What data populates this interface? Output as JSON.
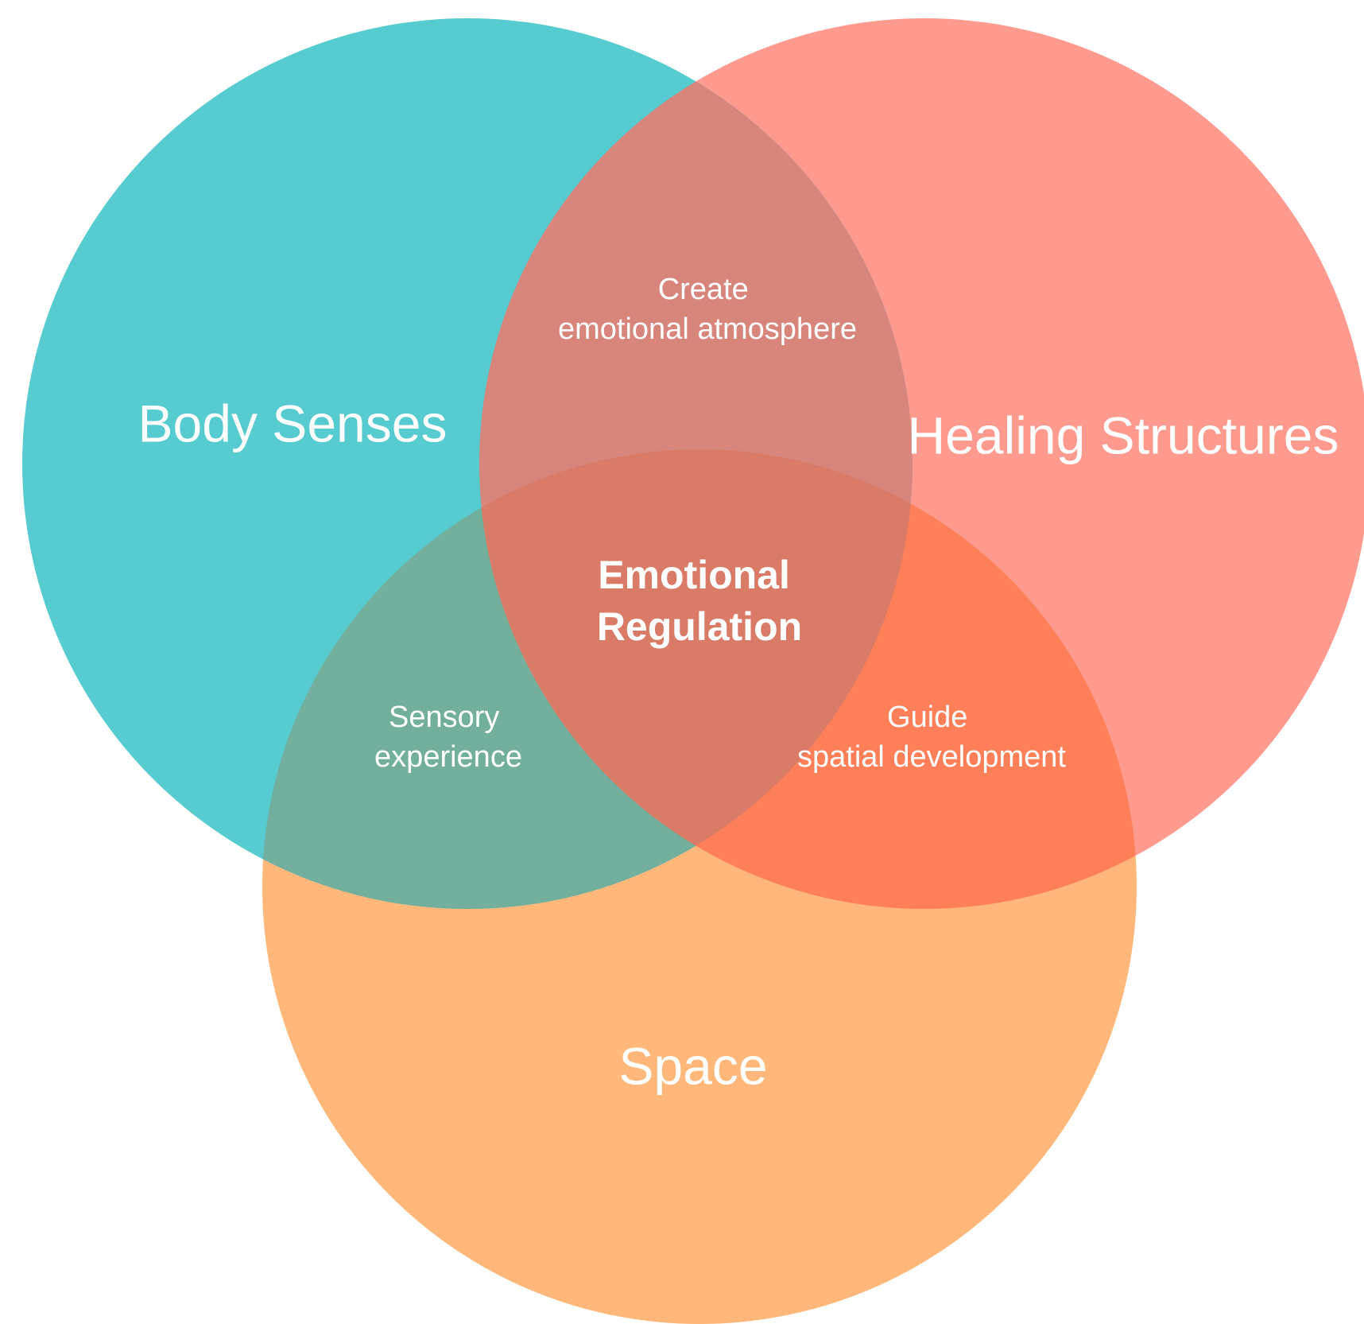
{
  "diagram": {
    "type": "venn-3",
    "sets": [
      {
        "key": "body",
        "label": "Body Senses",
        "color": "#56CBD0"
      },
      {
        "key": "healing",
        "label": "Healing Structures",
        "color": "#FF9B8E"
      },
      {
        "key": "space",
        "label": "Space",
        "color": "#FFB87A"
      }
    ],
    "intersections": {
      "body_healing": {
        "lines": [
          "Create",
          "emotional atmosphere"
        ],
        "color": "#D8857C"
      },
      "body_space": {
        "lines": [
          "Sensory",
          "experience"
        ],
        "color": "#72AF9D"
      },
      "healing_space": {
        "lines": [
          "Guide",
          "spatial development"
        ],
        "color": "#FF8058"
      },
      "all": {
        "lines": [
          "Emotional",
          "Regulation"
        ],
        "color": "#DA7B67"
      }
    }
  }
}
